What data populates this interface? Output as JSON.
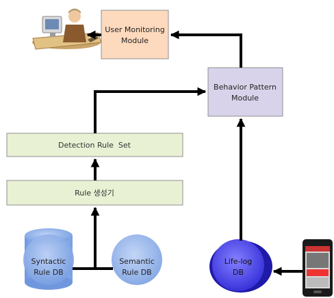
{
  "nodes": {
    "user_monitoring": {
      "line1": "User Monitoring",
      "line2": "Module"
    },
    "behavior_pattern": {
      "line1": "Behavior Pattern",
      "line2": "Module"
    },
    "detection_rule_set": {
      "label": "Detection Rule  Set"
    },
    "rule_generator": {
      "label": "Rule 생성기"
    },
    "syntactic_db": {
      "line1": "Syntactic",
      "line2": "Rule DB"
    },
    "semantic_db": {
      "line1": "Semantic",
      "line2": "Rule DB"
    },
    "lifelog_db": {
      "line1": "Life-log",
      "line2": "DB"
    }
  },
  "colors": {
    "user_box_fill": "#fdd9bd",
    "behavior_box_fill": "#d8d3ea",
    "rule_box_fill": "#e8f1d4",
    "db_fill": "#7fa6e6",
    "lifelog_fill": "#3c37e0",
    "arrow": "#000000"
  },
  "icons": {
    "operator": "user-at-computer-icon",
    "phone": "smartphone-icon"
  }
}
